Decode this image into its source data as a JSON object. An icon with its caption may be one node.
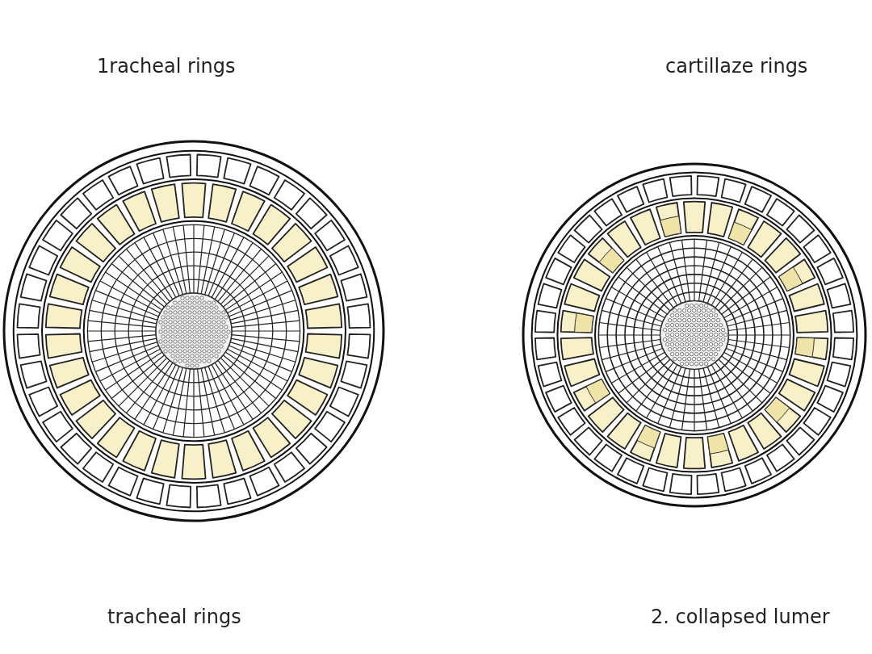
{
  "diagram": {
    "labels": [
      "1racheal rings",
      "cartillaze rings",
      "tracheal rings",
      "2. collapsed lumer"
    ]
  }
}
